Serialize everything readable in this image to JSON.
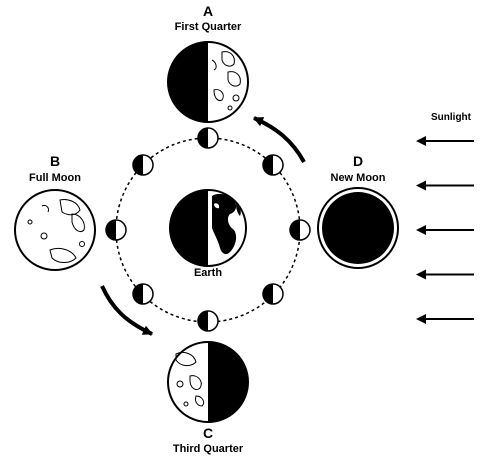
{
  "diagram": {
    "moons": {
      "a": {
        "letter": "A",
        "phase": "First Quarter"
      },
      "b": {
        "letter": "B",
        "phase": "Full Moon"
      },
      "c": {
        "letter": "C",
        "phase": "Third Quarter"
      },
      "d": {
        "letter": "D",
        "phase": "New Moon"
      }
    },
    "earth_label": "Earth",
    "sunlight_label": "Sunlight",
    "sunlight_arrow_count": 5,
    "colors": {
      "ink": "#000000",
      "paper": "#ffffff"
    }
  }
}
